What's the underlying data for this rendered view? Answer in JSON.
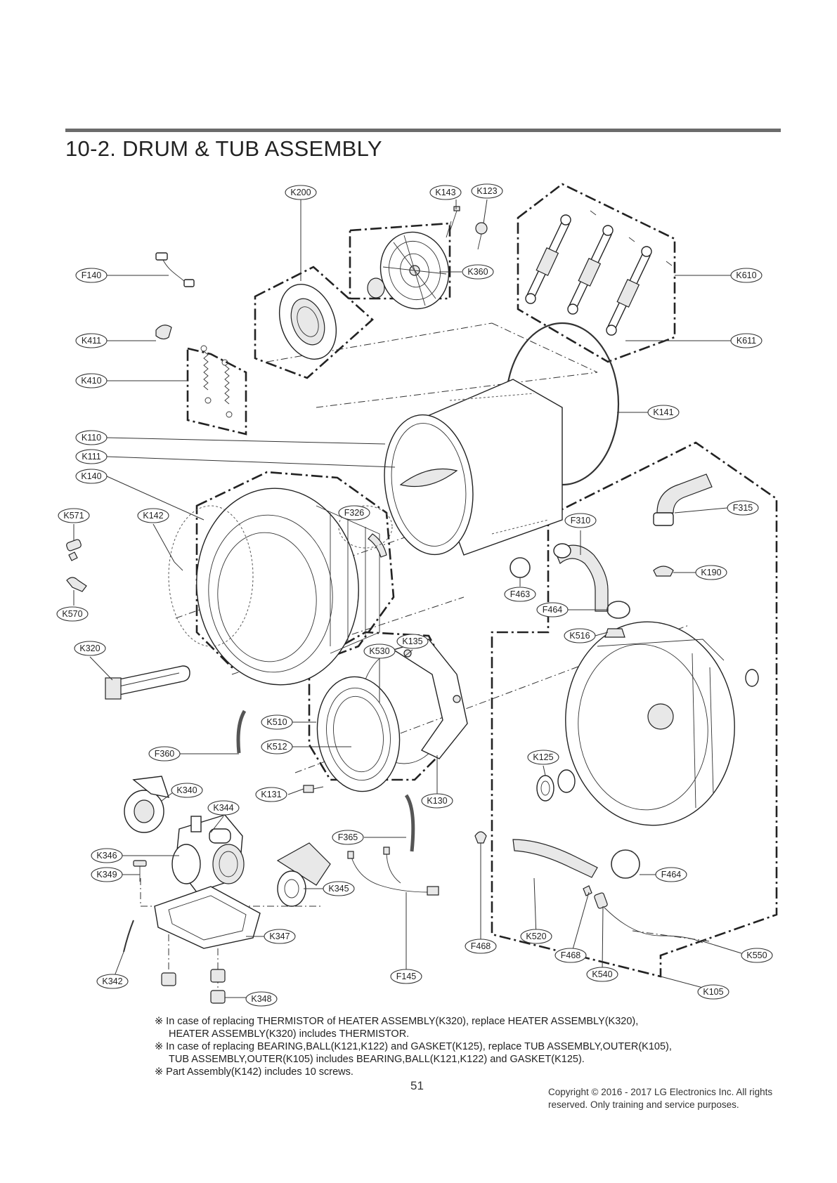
{
  "section_title": "10-2.  DRUM & TUB ASSEMBLY",
  "part_labels": {
    "K200": "K200",
    "K143": "K143",
    "K123": "K123",
    "F140": "F140",
    "K360": "K360",
    "K610": "K610",
    "K411": "K411",
    "K611": "K611",
    "K410": "K410",
    "K141": "K141",
    "K110": "K110",
    "K111": "K111",
    "K140": "K140",
    "K571": "K571",
    "K142": "K142",
    "F326": "F326",
    "F315": "F315",
    "F310": "F310",
    "K190": "K190",
    "F463": "F463",
    "K570": "K570",
    "F464a": "F464",
    "K516": "K516",
    "K320": "K320",
    "K135": "K135",
    "K530": "K530",
    "K510": "K510",
    "K125": "K125",
    "F360": "F360",
    "K512": "K512",
    "K340": "K340",
    "K131": "K131",
    "K130": "K130",
    "K344": "K344",
    "F365": "F365",
    "K346": "K346",
    "K349": "K349",
    "F464b": "F464",
    "K345": "K345",
    "K347": "K347",
    "F468a": "F468",
    "K520": "K520",
    "F468b": "F468",
    "K550": "K550",
    "K540": "K540",
    "K342": "K342",
    "F145": "F145",
    "K105": "K105",
    "K348": "K348"
  },
  "notes": {
    "line1": "※  In case of replacing THERMISTOR of HEATER ASSEMBLY(K320), replace HEATER ASSEMBLY(K320),",
    "line2": "HEATER ASSEMBLY(K320) includes THERMISTOR.",
    "line3": "※  In case of replacing BEARING,BALL(K121,K122) and GASKET(K125), replace TUB ASSEMBLY,OUTER(K105),",
    "line4": "TUB ASSEMBLY,OUTER(K105) includes BEARING,BALL(K121,K122) and GASKET(K125).",
    "line5": "※  Part Assembly(K142) includes 10 screws."
  },
  "page_number": "51",
  "copyright": "Copyright © 2016 - 2017 LG Electronics Inc. All rights reserved. Only training and service purposes."
}
